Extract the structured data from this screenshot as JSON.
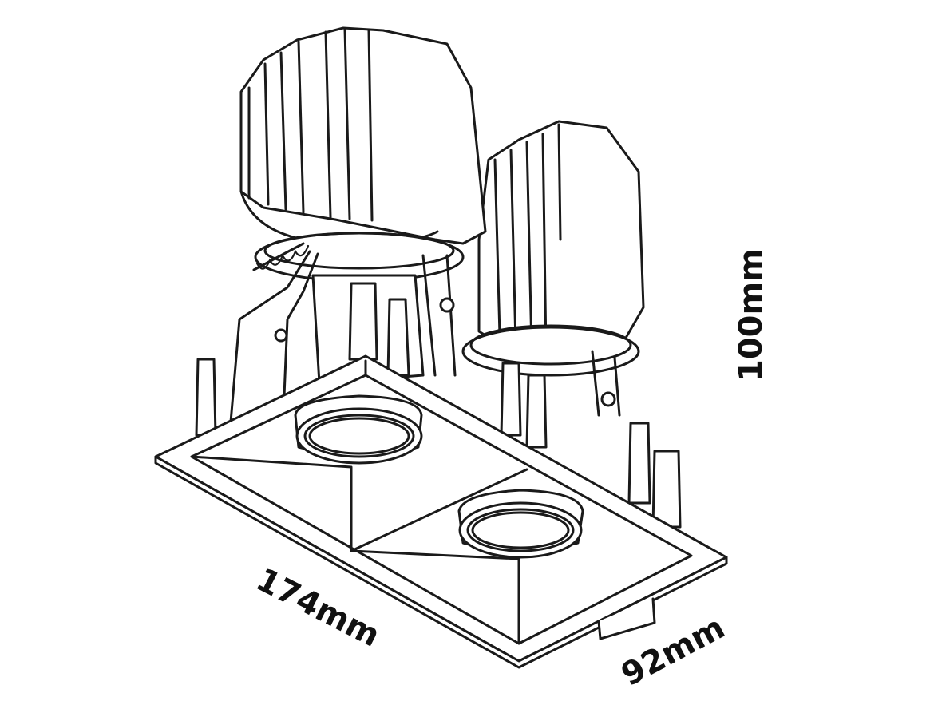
{
  "figure": {
    "subject": "twin recessed downlight luminaire",
    "line_color": "#1a1a1a",
    "background": "#ffffff"
  },
  "dimensions": {
    "length": "174mm",
    "width": "92mm",
    "height": "100mm"
  }
}
